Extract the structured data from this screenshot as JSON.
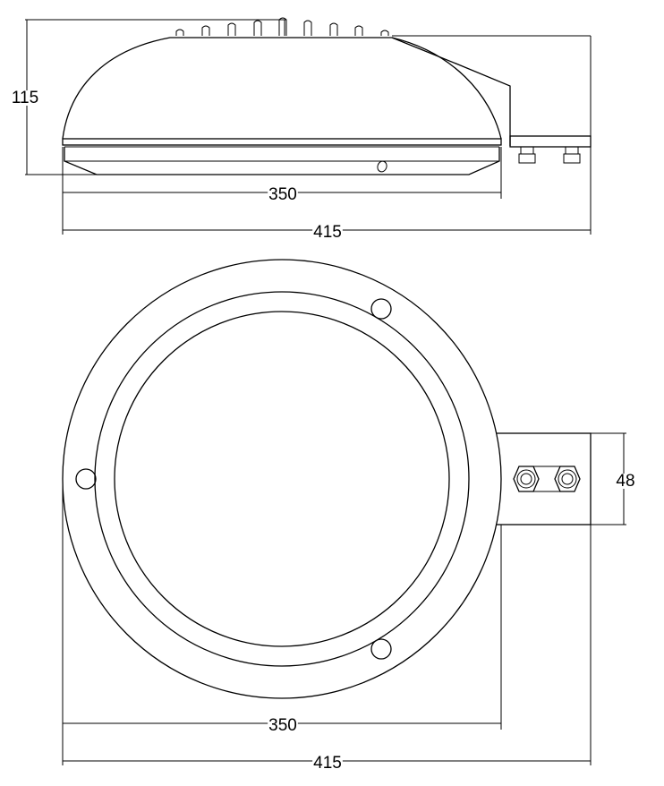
{
  "dimensions": {
    "side_height": "115",
    "side_inner_width": "350",
    "side_outer_width": "415",
    "top_bracket_height": "48",
    "top_inner_width": "350",
    "top_outer_width": "415"
  },
  "colors": {
    "line": "#000000",
    "background": "#ffffff"
  }
}
